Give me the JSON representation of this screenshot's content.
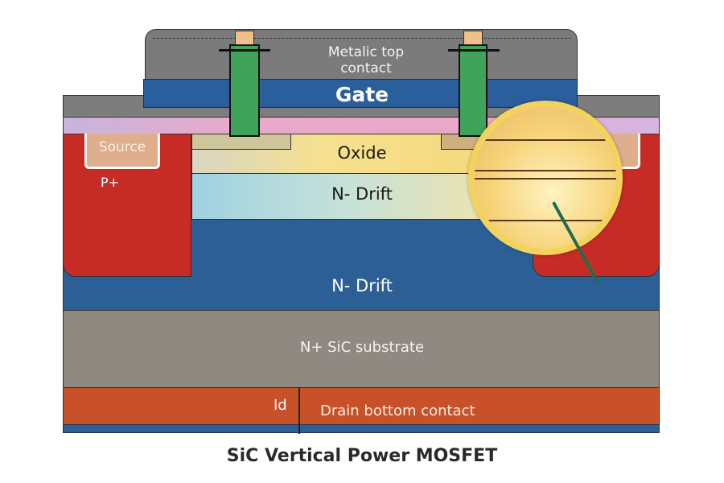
{
  "title": "SiC Vertical Power MOSFET",
  "labels": {
    "metal_top": "Metalic top",
    "metal_top_2": "contact",
    "gate": "Gate",
    "source": "Source",
    "p_plus": "P+",
    "oxide": "Oxide",
    "n_drift_upper": "N- Drift",
    "n_drift": "N- Drift",
    "substrate": "N+ SiC substrate",
    "id": "Id",
    "drain": "Drain bottom contact"
  },
  "colors": {
    "metal": "#7b7b7b",
    "gate": "#2b5f9c",
    "p_plus": "#c62b26",
    "drift": "#2c5f95",
    "substrate": "#8f8982",
    "drain": "#c9512a",
    "via": "#3fa35a",
    "lens": "#f2d35e"
  }
}
